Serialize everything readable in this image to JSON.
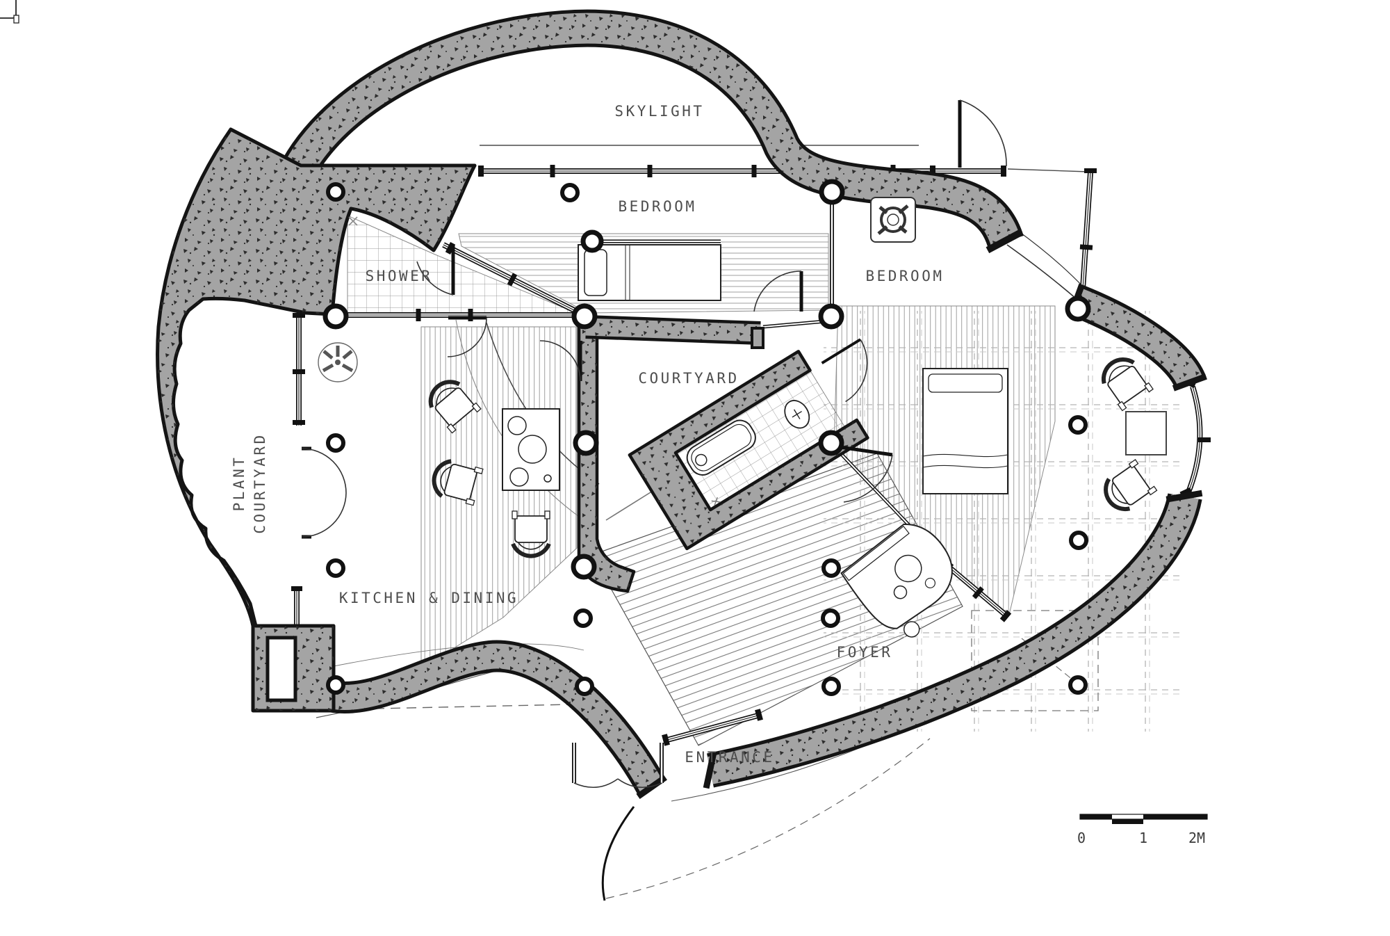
{
  "labels": {
    "skylight": "SKYLIGHT",
    "bedroom_top": "BEDROOM",
    "bedroom_right": "BEDROOM",
    "shower": "SHOWER",
    "courtyard": "COURTYARD",
    "plant_line1": "PLANT",
    "plant_line2": "COURTYARD",
    "kitchen_dining": "KITCHEN & DINING",
    "foyer": "FOYER",
    "entrance": "ENTRANCE"
  },
  "scale_bar": {
    "labels": [
      "0",
      "1",
      "2M"
    ]
  },
  "colors": {
    "background": "#ffffff",
    "wall_fill": "#a4a4a4",
    "wall_outline": "#141414",
    "wall_speckle": "#2c2c2c",
    "floor_hatch": "#9f9f9f",
    "thin_line": "#555555",
    "label_text": "#4d4d4d"
  },
  "rooms": [
    {
      "name": "skylight"
    },
    {
      "name": "bedroom-top",
      "furniture": [
        "single-bed"
      ]
    },
    {
      "name": "bedroom-right",
      "furniture": [
        "double-bed",
        "armchair",
        "armchair",
        "side-table",
        "ceiling-fan"
      ]
    },
    {
      "name": "shower",
      "furniture": [
        "tiled-floor",
        "shower-head"
      ]
    },
    {
      "name": "courtyard",
      "furniture": [
        "curved-path"
      ]
    },
    {
      "name": "plant-courtyard",
      "furniture": []
    },
    {
      "name": "kitchen-dining",
      "furniture": [
        "island-cooktop",
        "dining-chair",
        "dining-chair",
        "dining-chair",
        "ceiling-fan"
      ]
    },
    {
      "name": "bathroom",
      "furniture": [
        "bathtub",
        "toilet"
      ]
    },
    {
      "name": "foyer",
      "furniture": [
        "grand-piano"
      ]
    },
    {
      "name": "entrance",
      "furniture": [
        "double-door",
        "ramp"
      ]
    }
  ]
}
